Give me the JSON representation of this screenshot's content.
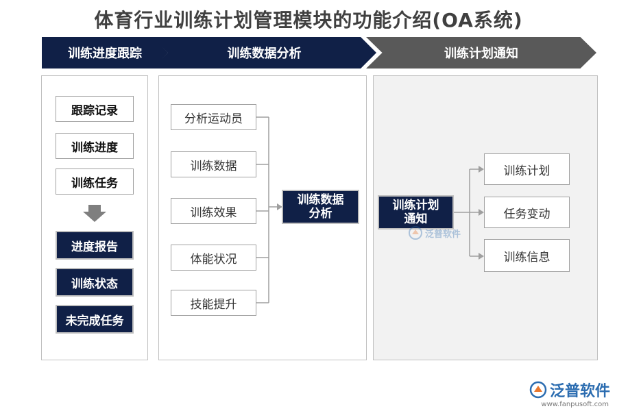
{
  "title": "体育行业训练计划管理模块的功能介绍(OA系统)",
  "steps": [
    "训练进度跟踪",
    "训练数据分析",
    "训练计划通知"
  ],
  "panel1": {
    "top_items": [
      "跟踪记录",
      "训练进度",
      "训练任务"
    ],
    "bottom_items": [
      "进度报告",
      "训练状态",
      "未完成任务"
    ]
  },
  "panel2": {
    "inputs": [
      "分析运动员",
      "训练数据",
      "训练效果",
      "体能状况",
      "技能提升"
    ],
    "center": [
      "训练数据",
      "分析"
    ]
  },
  "panel3": {
    "center": [
      "训练计划",
      "通知"
    ],
    "outputs": [
      "训练计划",
      "任务变动",
      "训练信息"
    ]
  },
  "watermark": {
    "center": "泛普软件",
    "brand": "泛普软件",
    "url": "www.fanpusoft.com"
  },
  "colors": {
    "navy": "#102047",
    "gray_step": "#595959",
    "arrow": "#7f7f7f",
    "logo_blue": "#2b6cb0",
    "logo_orange": "#e8772e"
  }
}
